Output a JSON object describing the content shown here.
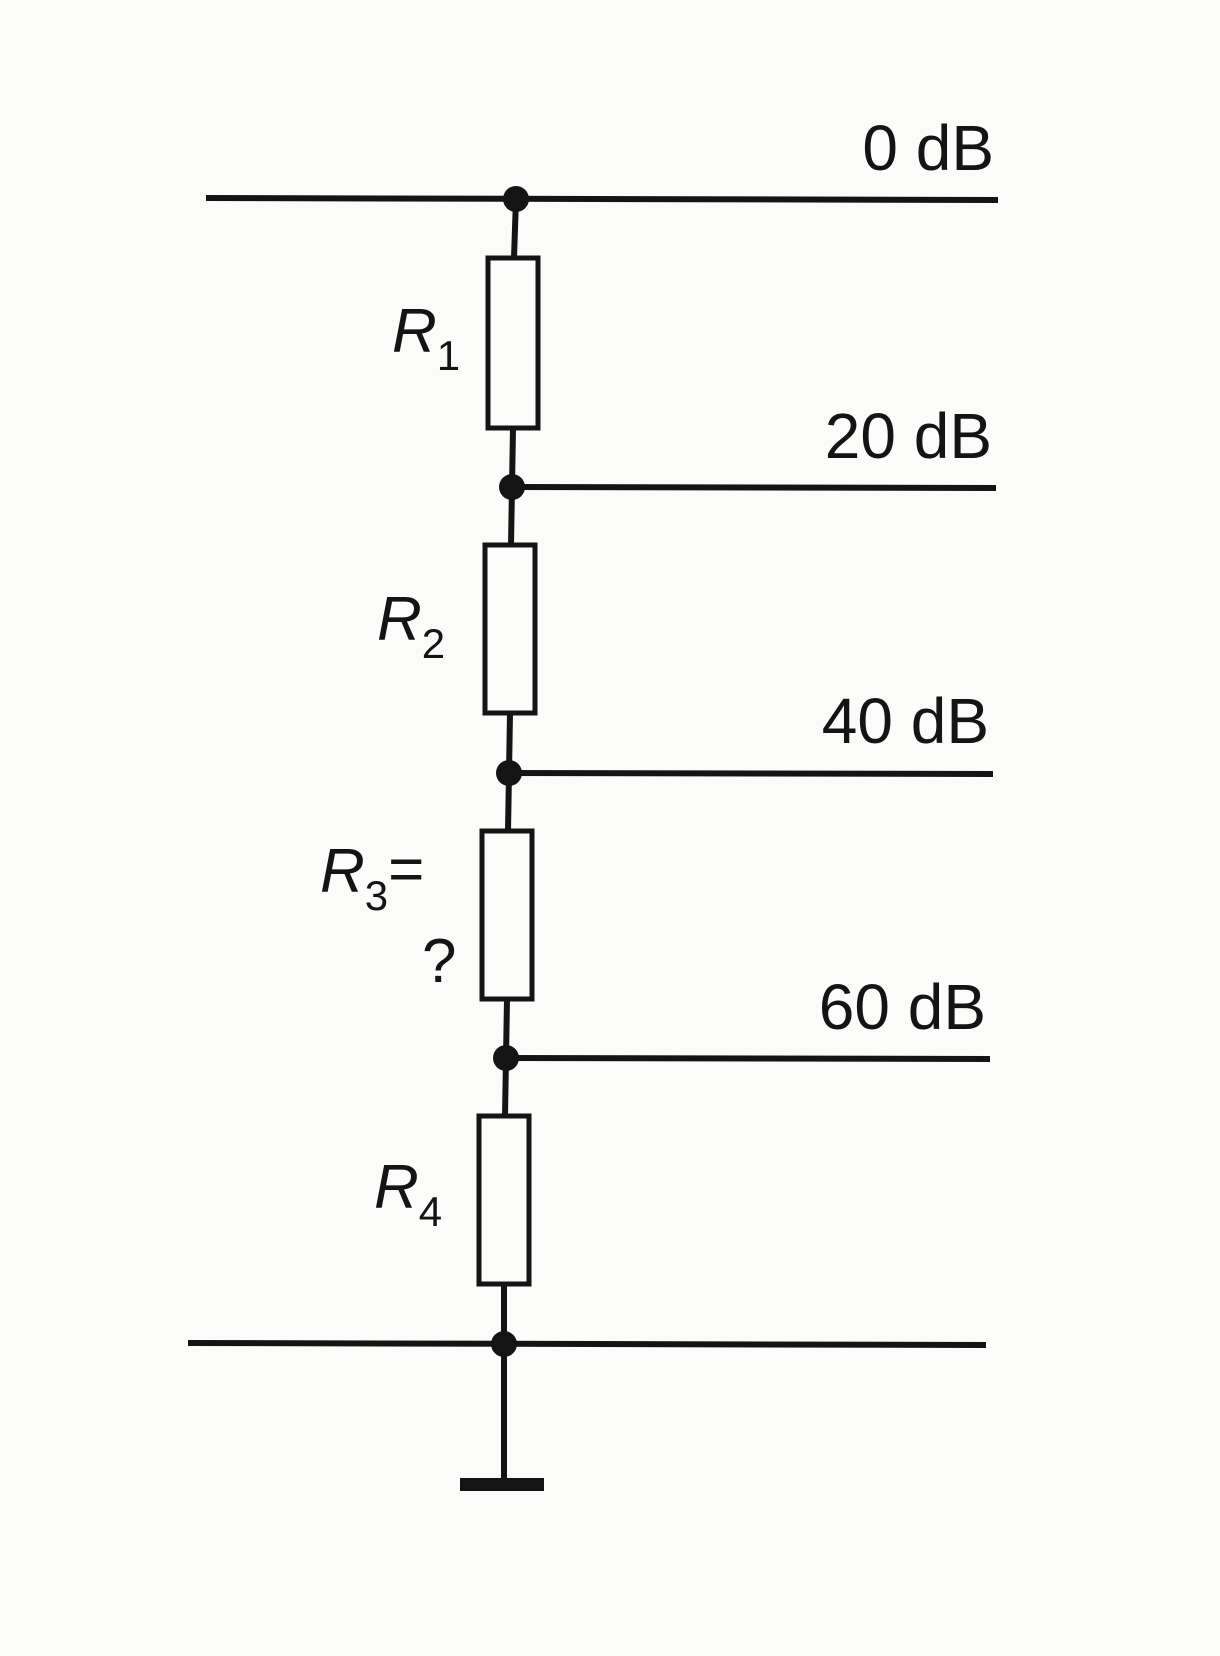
{
  "taps": [
    {
      "label": "0 dB"
    },
    {
      "label": "20 dB"
    },
    {
      "label": "40 dB"
    },
    {
      "label": "60 dB"
    }
  ],
  "resistors": [
    {
      "name": "R",
      "sub": "1",
      "suffix": ""
    },
    {
      "name": "R",
      "sub": "2",
      "suffix": ""
    },
    {
      "name": "R",
      "sub": "3",
      "suffix": "=",
      "extra": "?"
    },
    {
      "name": "R",
      "sub": "4",
      "suffix": ""
    }
  ],
  "colors": {
    "ink": "#141414",
    "paper": "#fbfbf9"
  }
}
